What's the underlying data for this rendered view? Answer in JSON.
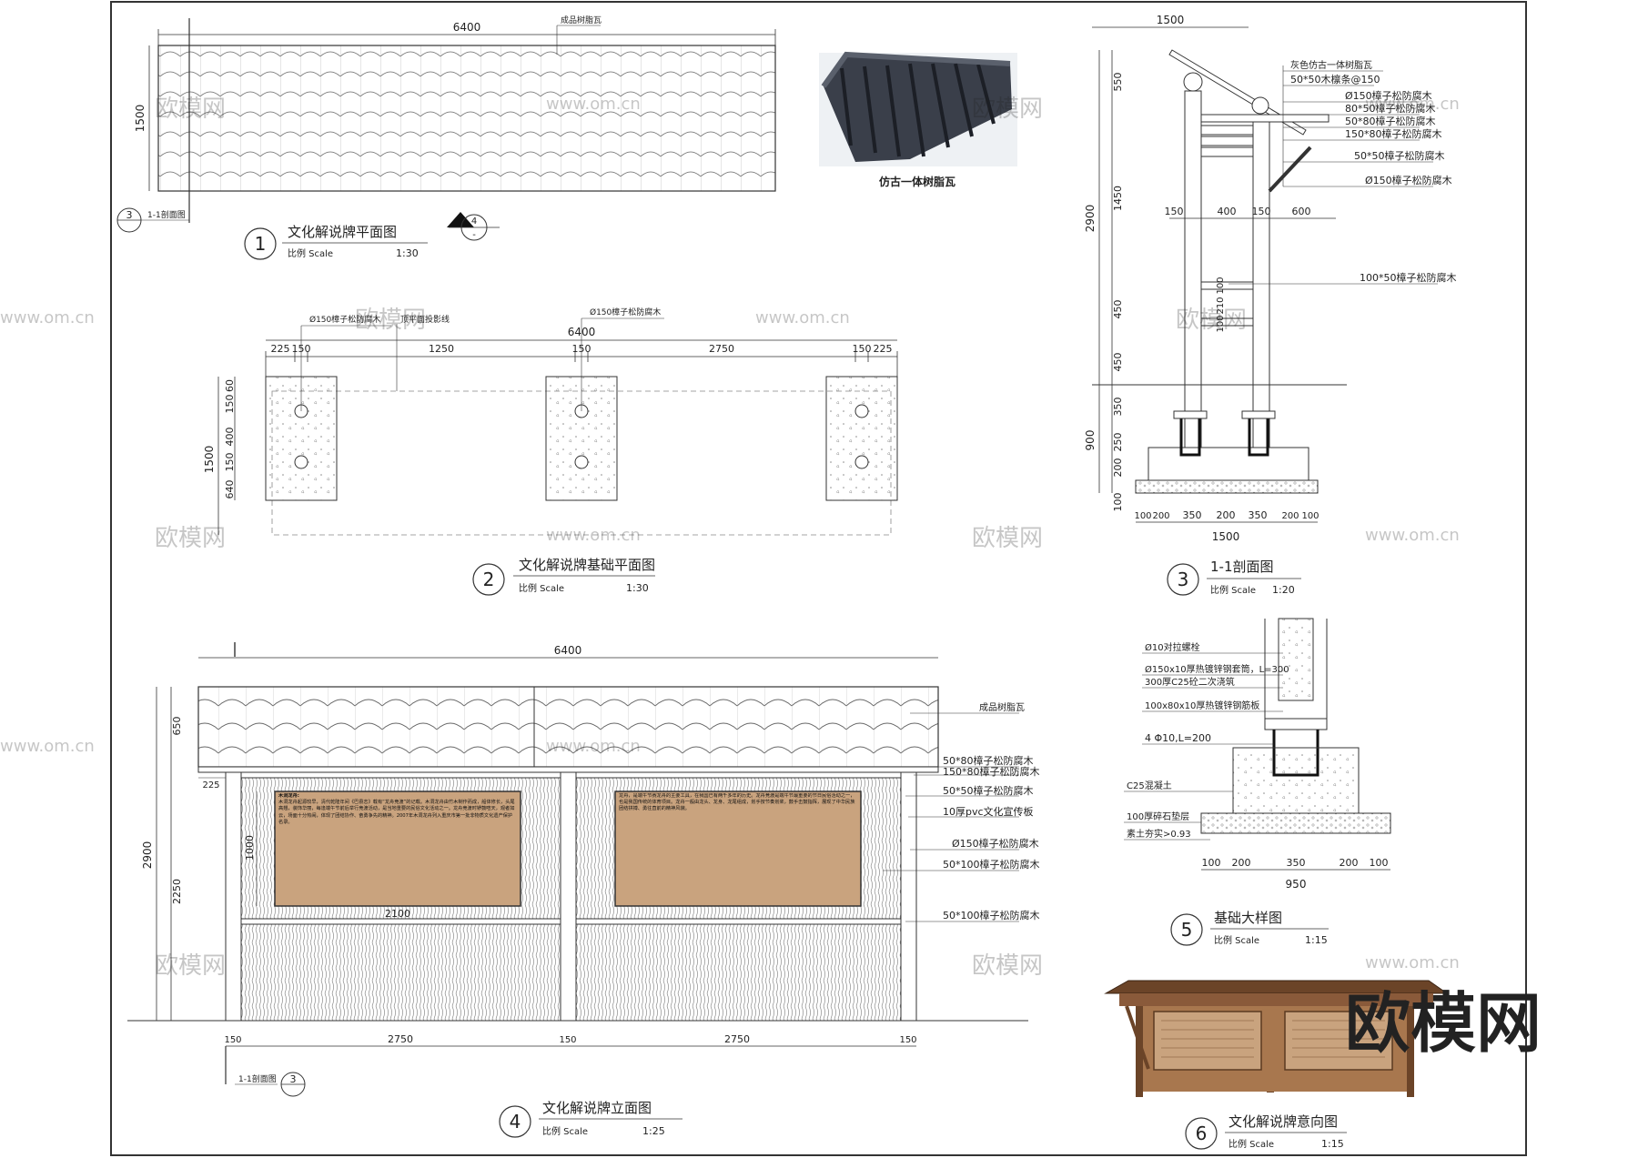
{
  "plan": {
    "dim_width": "6400",
    "dim_height": "1500",
    "tile_label": "成品树脂瓦",
    "section_ref": "1-1剖面图",
    "section_ref_no": "3",
    "elev_ref_no": "4",
    "elev_ref_sub": "-",
    "title_no": "1",
    "title": "文化解说牌平面图",
    "scale_label": "比例 Scale",
    "scale": "1:30"
  },
  "photo": {
    "caption": "仿古一体树脂瓦"
  },
  "foundation": {
    "dims_top": [
      "225",
      "150",
      "1250",
      "150",
      "2750",
      "150",
      "225"
    ],
    "dim_total": "6400",
    "label_post": "Ø150樟子松防腐木",
    "label_roof_proj": "顶平面投影线",
    "label_post2": "Ø150樟子松防腐木",
    "dims_left": [
      "60",
      "150",
      "400",
      "150",
      "640"
    ],
    "dim_height": "1500",
    "title_no": "2",
    "title": "文化解说牌基础平面图",
    "scale_label": "比例 Scale",
    "scale": "1:30"
  },
  "section": {
    "dim_top": "1500",
    "dims_left_outer": [
      "550",
      "1450",
      "450",
      "450",
      "350",
      "250",
      "200",
      "100"
    ],
    "dim_total_upper": "2900",
    "dim_total_lower": "900",
    "dims_mid": [
      "150",
      "400",
      "150",
      "600"
    ],
    "dims_vertical_mid": [
      "100",
      "210",
      "100"
    ],
    "dims_bottom": [
      "100",
      "200",
      "350",
      "200",
      "350",
      "200",
      "100"
    ],
    "dim_bottom_total": "1500",
    "labels": [
      "灰色仿古一体树脂瓦",
      "50*50木檩条@150",
      "Ø150樟子松防腐木",
      "80*50樟子松防腐木",
      "50*80樟子松防腐木",
      "150*80樟子松防腐木",
      "50*50樟子松防腐木",
      "Ø150樟子松防腐木",
      "100*50樟子松防腐木"
    ],
    "title_no": "3",
    "title": "1-1剖面图",
    "scale_label": "比例 Scale",
    "scale": "1:20"
  },
  "elevation": {
    "dim_total": "6400",
    "dims_left": [
      "650",
      "2250"
    ],
    "dim_left_total": "2900",
    "dim_225": "225",
    "dim_1000": "1000",
    "dim_2100": "2100",
    "dims_bottom": [
      "150",
      "2750",
      "150",
      "2750",
      "150"
    ],
    "labels": [
      "成品树脂瓦",
      "50*80樟子松防腐木",
      "150*80樟子松防腐木",
      "50*50樟子松防腐木",
      "10厚pvc文化宣传板",
      "Ø150樟子松防腐木",
      "50*100樟子松防腐木",
      "50*100樟子松防腐木"
    ],
    "board_left_heading": "木洞龙舟:",
    "board_left_text": "木洞龙舟起源较早，清代乾隆年间《巴县志》载有“龙舟竞渡”的记载。木洞龙舟由竹木制作而成，船体修长，头尾高翘，装饰华丽，每逢端午节前后举行竞渡活动，是当地重要的民俗文化活动之一。龙舟竞渡时锣鼓喧天，观者如云，场面十分热闹，体现了团结协作、奋勇争先的精神。2007年木洞龙舟列入重庆市第一批非物质文化遗产保护名录。",
    "board_right_text": "龙舟，是端午节赛龙舟的主要工具，在我国已有两千多年的历史。龙舟竞渡是端午节最重要的节日民俗活动之一，也是我国传统的体育项目。龙舟一般由龙头、龙身、龙尾组成，划手按节奏划桨，鼓手击鼓指挥，展现了中华民族团结拼搏、勇往直前的精神风貌。",
    "section_ref": "1-1剖面图",
    "section_ref_no": "3",
    "title_no": "4",
    "title": "文化解说牌立面图",
    "scale_label": "比例 Scale",
    "scale": "1:25"
  },
  "detail": {
    "labels": [
      "Ø10对拉螺栓",
      "Ø150x10厚热镀锌钢套筒，L=300",
      "300厚C25砼二次浇筑",
      "100x80x10厚热镀锌钢筋板",
      "4 Φ10,L=200",
      "C25混凝土",
      "100厚碎石垫层",
      "素土夯实>0.93"
    ],
    "dims_bottom": [
      "100",
      "200",
      "350",
      "200",
      "100"
    ],
    "dim_total": "950",
    "title_no": "5",
    "title": "基础大样图",
    "scale_label": "比例 Scale",
    "scale": "1:15"
  },
  "render": {
    "title_no": "6",
    "title": "文化解说牌意向图",
    "scale_label": "比例 Scale",
    "scale": "1:15"
  },
  "watermark": {
    "brand": "欧模网",
    "url": "www.om.cn"
  },
  "colors": {
    "line": "#222222",
    "board": "#c9a37e",
    "wood": "#8a5a3a",
    "tile": "#3a3f4a"
  }
}
